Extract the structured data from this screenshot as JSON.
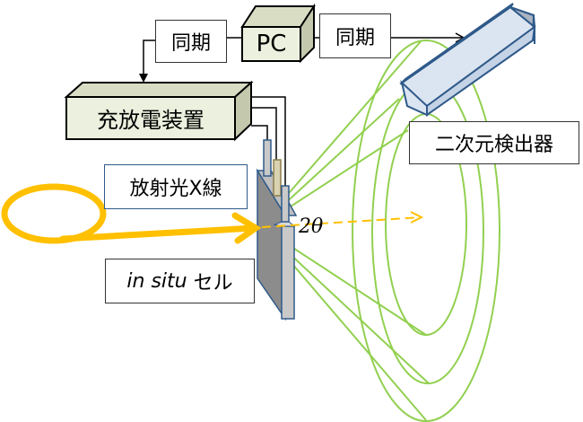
{
  "labels": {
    "sync_left": "同期",
    "pc": "PC",
    "sync_right": "同期",
    "charger": "充放電装置",
    "xray": "放射光X線",
    "cell_italic": "in situ",
    "cell_rest": " セル",
    "detector": "二次元検出器",
    "angle": "2θ"
  },
  "colors": {
    "beam": "#ffc000",
    "diffraction": "#92d050",
    "box_fill": "#ebf1de",
    "detector_fill": "#dbe5f1",
    "detector_stroke": "#2f5a8a",
    "cell_fill": "#a6a6a6"
  }
}
